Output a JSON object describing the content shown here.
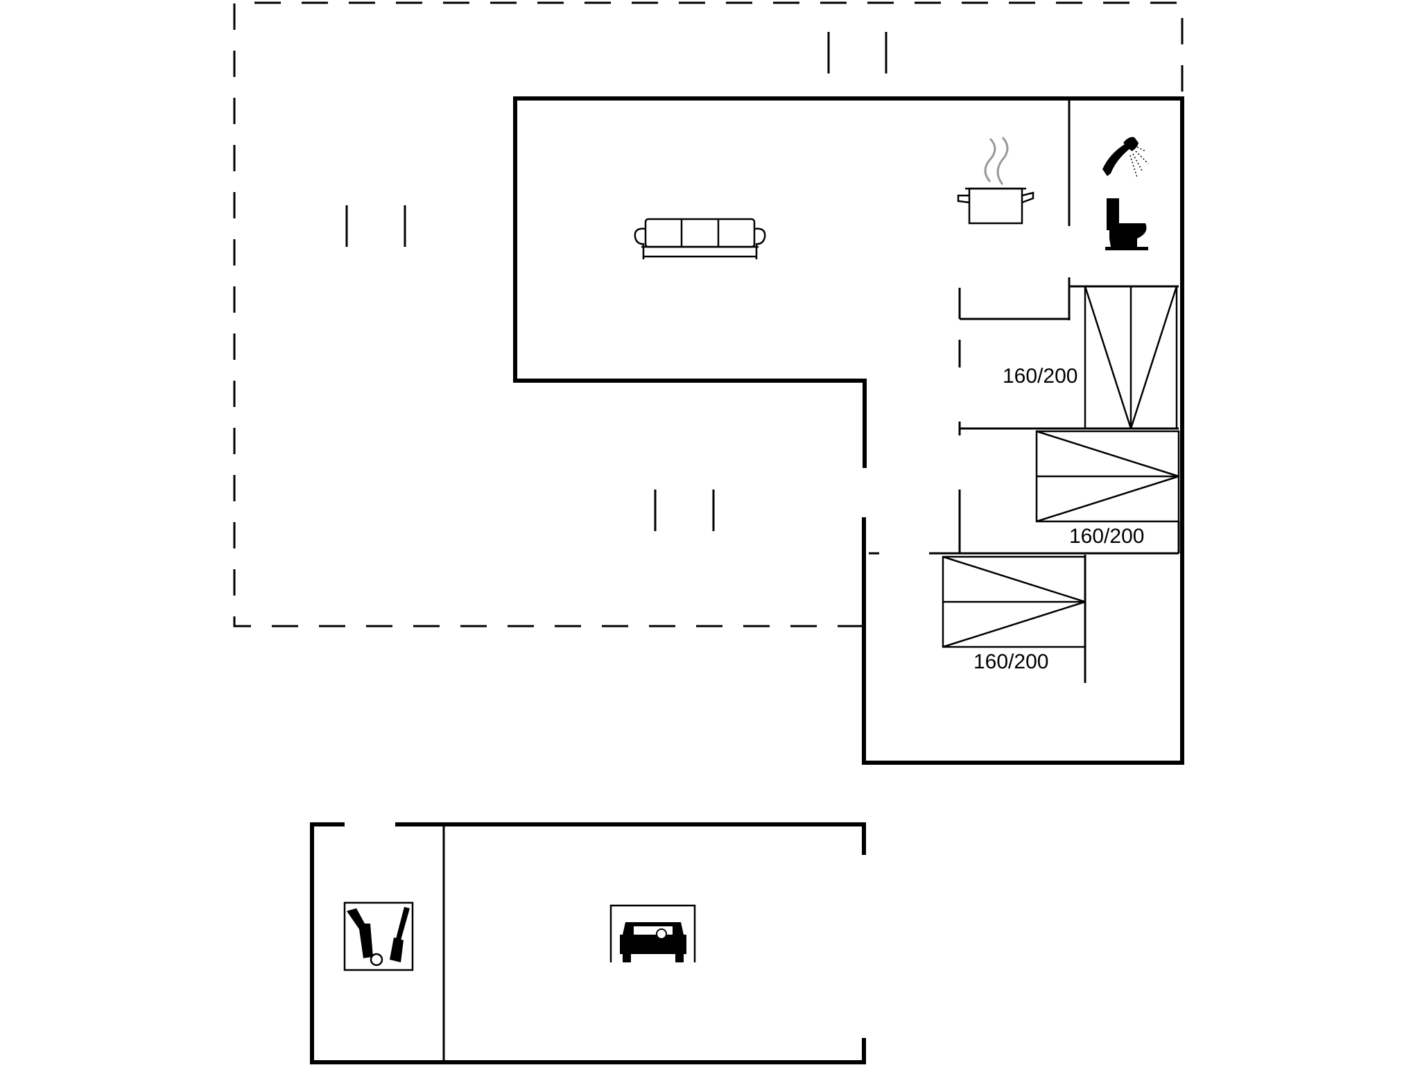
{
  "bed_labels": {
    "bed_1": "160/200",
    "bed_2": "160/200",
    "bed_3": "160/200"
  },
  "icons": {
    "living_room": "sofa-icon",
    "kitchen": "cooking-pot-icon",
    "bathroom_shower": "shower-icon",
    "bathroom_toilet": "toilet-icon",
    "utility": "tools-icon",
    "garage": "car-icon"
  }
}
